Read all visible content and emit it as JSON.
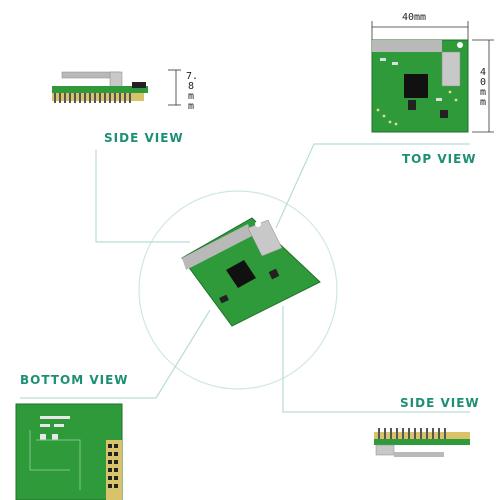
{
  "labels": {
    "side_view_top": "SIDE VIEW",
    "top_view": "TOP VIEW",
    "bottom_view": "BOTTOM VIEW",
    "side_view_bottom": "SIDE  VIEW"
  },
  "dimensions": {
    "top_width": "40mm",
    "top_height": "40mm",
    "side_thickness": "7.8mm"
  },
  "colors": {
    "label_green": "#1d8f74",
    "connector_line": "#b9ddd3",
    "pcb_green": "#2f9a3a",
    "pcb_dark": "#1f6f2a",
    "chip_black": "#111111",
    "pin_gold": "#c9a52d",
    "antenna_silver": "#b9b9b9"
  },
  "icons": [
    "rf-module-main-image",
    "rf-module-top-view",
    "rf-module-bottom-view",
    "rf-module-side-view-1",
    "rf-module-side-view-2"
  ]
}
